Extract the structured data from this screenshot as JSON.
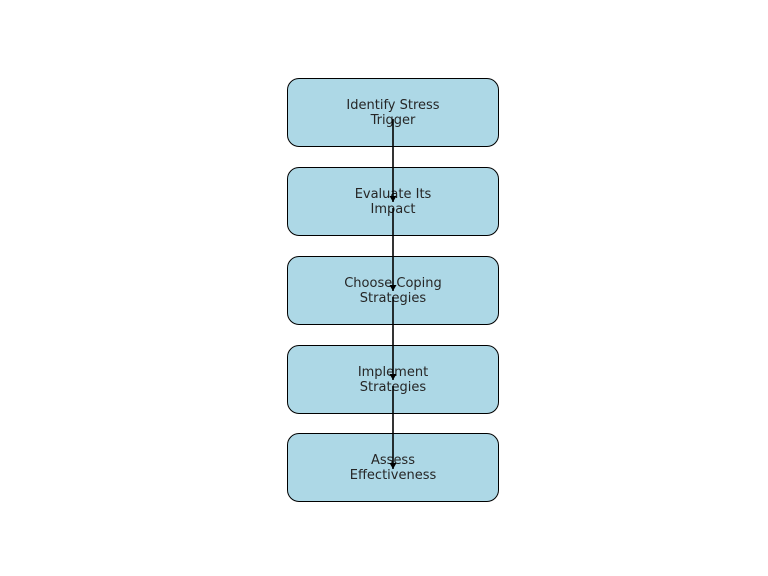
{
  "diagram": {
    "type": "vertical-flowchart",
    "box_fill": "#add8e6",
    "box_stroke": "#000000",
    "edge_color": "#000000",
    "text_color": "#262626",
    "steps": [
      {
        "id": "identify",
        "label": "Identify Stress\nTrigger"
      },
      {
        "id": "evaluate",
        "label": "Evaluate Its\nImpact"
      },
      {
        "id": "choose",
        "label": "Choose Coping\nStrategies"
      },
      {
        "id": "implement",
        "label": "Implement\nStrategies"
      },
      {
        "id": "assess",
        "label": "Assess\nEffectiveness"
      }
    ],
    "edges": [
      {
        "from": "identify",
        "to": "evaluate"
      },
      {
        "from": "evaluate",
        "to": "choose"
      },
      {
        "from": "choose",
        "to": "implement"
      },
      {
        "from": "implement",
        "to": "assess"
      }
    ]
  }
}
